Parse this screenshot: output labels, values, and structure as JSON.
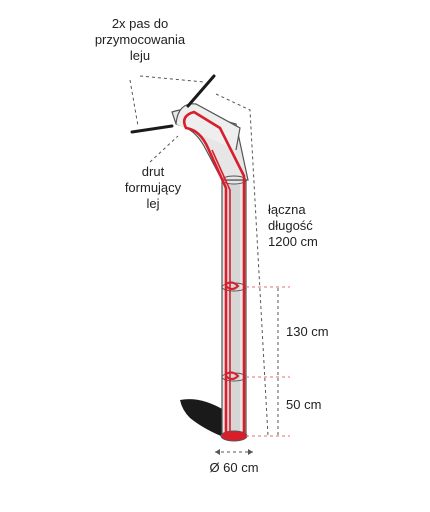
{
  "labels": {
    "straps_line1": "2x pas do",
    "straps_line2": "przymocowania",
    "straps_line3": "leju",
    "wire_line1": "drut",
    "wire_line2": "formujący",
    "wire_line3": "lej",
    "total_line1": "łączna",
    "total_line2": "długość",
    "total_line3": "1200 cm",
    "segment_upper": "130 cm",
    "segment_lower": "50 cm",
    "diameter": "Ø 60 cm"
  },
  "colors": {
    "wire": "#d81e2b",
    "sleeve_outline": "#555555",
    "sleeve_fill": "#e6e6e6",
    "strap": "#1a1a1a",
    "dimension_line": "#e07070",
    "leader_line": "#555555",
    "text": "#222222"
  }
}
